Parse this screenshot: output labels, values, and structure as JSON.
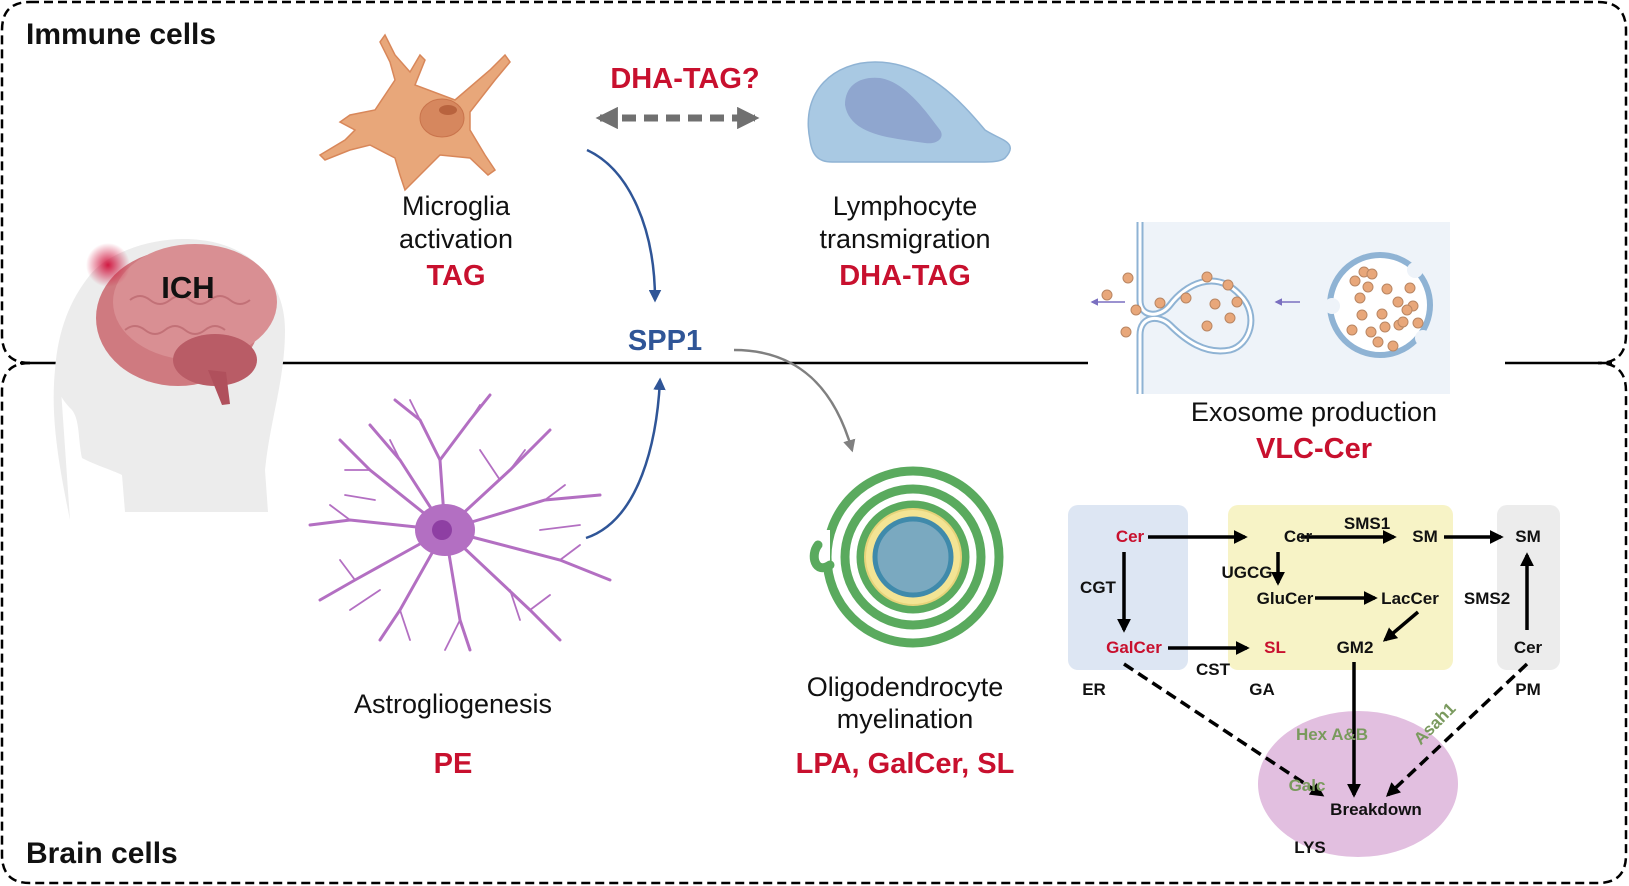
{
  "sections": {
    "top_title": "Immune cells",
    "bottom_title": "Brain cells"
  },
  "brain": {
    "label": "ICH"
  },
  "microglia": {
    "label_line1": "Microglia",
    "label_line2": "activation",
    "lipid": "TAG"
  },
  "lymphocyte": {
    "label_line1": "Lymphocyte",
    "label_line2": "transmigration",
    "lipid": "DHA-TAG"
  },
  "crosstalk": {
    "label": "DHA-TAG?"
  },
  "spp1": {
    "label": "SPP1"
  },
  "astrocyte": {
    "label": "Astrogliogenesis",
    "lipid": "PE"
  },
  "oligodendrocyte": {
    "label_line1": "Oligodendrocyte",
    "label_line2": "myelination",
    "lipid": "LPA, GalCer, SL"
  },
  "exosome": {
    "label": "Exosome production",
    "lipid": "VLC-Cer"
  },
  "pathway": {
    "compartments": {
      "er": "ER",
      "ga": "GA",
      "pm": "PM",
      "lys": "LYS"
    },
    "nodes": {
      "er_cer": "Cer",
      "er_galcer": "GalCer",
      "ga_cer": "Cer",
      "ga_sm": "SM",
      "ga_glucer": "GluCer",
      "ga_laccer": "LacCer",
      "ga_sl": "SL",
      "ga_gm2": "GM2",
      "pm_sm": "SM",
      "pm_cer": "Cer",
      "breakdown": "Breakdown"
    },
    "enzymes": {
      "cgt": "CGT",
      "cst": "CST",
      "sms1": "SMS1",
      "ugcg": "UGCG",
      "sms2": "SMS2",
      "hex": "Hex A&B",
      "galc": "Galc",
      "asah1": "Asah1"
    }
  },
  "colors": {
    "red_lipid": "#c8102e",
    "blue_spp1": "#2f5597",
    "microglia": "#e8a77a",
    "lymphocyte": "#a9c9e3",
    "astrocyte": "#b36fc2",
    "myelin": "#5aaa5e",
    "er_box": "#dde6f3",
    "ga_box": "#f7f3c6",
    "pm_box": "#ececec",
    "lys_ellipse": "#e2bfe0",
    "enzyme_green": "#7a9a5e"
  }
}
